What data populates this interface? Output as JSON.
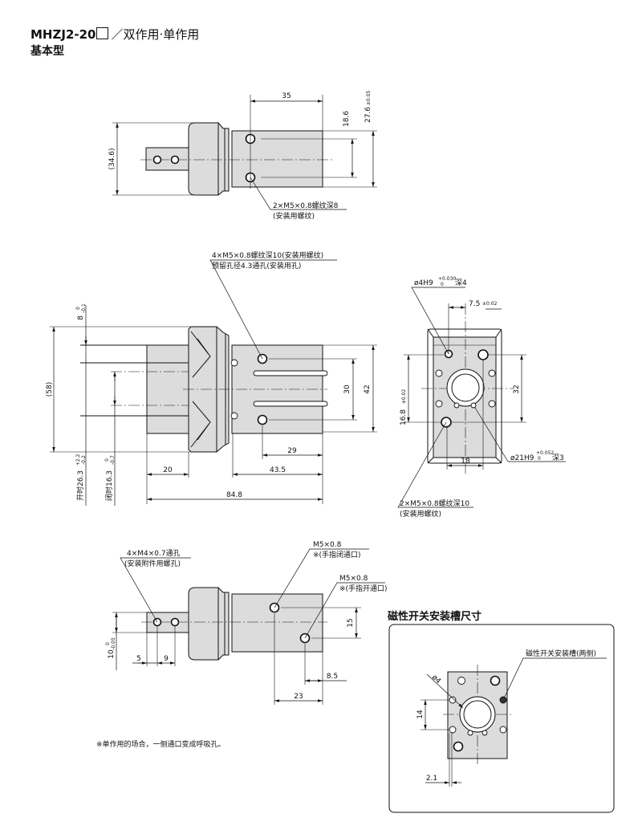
{
  "header": {
    "model": "MHZJ2-20",
    "model_suffix": "／双作用·单作用",
    "subtitle": "基本型"
  },
  "top_view": {
    "dim_35": "35",
    "dim_18_6": "18.6",
    "dim_27_6": "27.6",
    "tol_27_6": "±0.05",
    "dim_34_6": "(34.6)",
    "note_line1": "2×M5×0.8螺纹深8",
    "note_line2": "(安装用螺纹)"
  },
  "front_view": {
    "note_line1": "4×M5×0.8螺纹深10(安装用螺纹)",
    "note_line2": "预留孔径4.3通孔(安装用孔)",
    "dim_58": "(58)",
    "dim_8": "8",
    "tol_8_up": "0",
    "tol_8_low": "-0.1",
    "dim_30": "30",
    "dim_42": "42",
    "dim_29": "29",
    "dim_20": "20",
    "dim_43_5": "43.5",
    "dim_84_8": "84.8",
    "open_label": "开时26.3",
    "open_tol_up": "+2.2",
    "open_tol_low": "-0.2",
    "closed_label": "闭时16.3",
    "closed_tol_up": "0",
    "closed_tol_low": "-0.7"
  },
  "end_view": {
    "pin_hole": "ø4H9",
    "pin_tol_up": "+0.030",
    "pin_tol_low": "0",
    "pin_depth": "深4",
    "dim_7_5": "7.5",
    "tol_7_5": "±0.02",
    "dim_32": "32",
    "dim_16_8": "16.8",
    "tol_16_8": "±0.02",
    "dim_18": "18",
    "bore": "ø21H9",
    "bore_tol_up": "+0.052",
    "bore_tol_low": "0",
    "bore_depth": "深3",
    "note_line1": "2×M5×0.8螺纹深10",
    "note_line2": "(安装用螺纹)"
  },
  "side_view": {
    "note_m4_line1": "4×M4×0.7通孔",
    "note_m4_line2": "(安装附件用螺孔)",
    "port_close_line1": "M5×0.8",
    "port_close_line2": "※(手指闭通口)",
    "port_open_line1": "M5×0.8",
    "port_open_line2": "※(手指开通口)",
    "dim_10": "10",
    "tol_10_up": "0",
    "tol_10_low": "-0.05",
    "dim_5": "5",
    "dim_9": "9",
    "dim_15": "15",
    "dim_8_5": "8.5",
    "dim_23": "23",
    "footnote": "※单作用的场合，一侧通口变成呼吸孔。"
  },
  "switch_slot": {
    "title": "磁性开关安装槽尺寸",
    "slot_label": "磁性开关安装槽(两侧)",
    "dim_phi4": "ø4",
    "dim_14": "14",
    "dim_2_1": "2.1"
  }
}
